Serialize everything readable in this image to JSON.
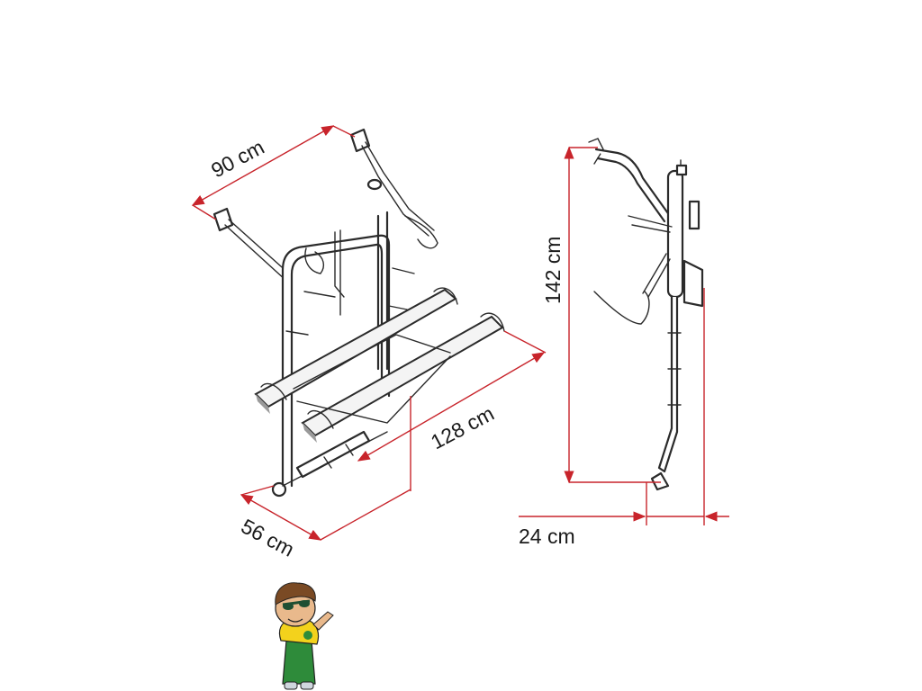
{
  "dimensions": {
    "width_top": "90 cm",
    "depth": "56 cm",
    "length": "128 cm",
    "height": "142 cm",
    "side_depth": "24 cm"
  },
  "colors": {
    "dimension_line": "#c8242b",
    "outline": "#2b2b2b",
    "mascot_shirt": "#f3d21c",
    "mascot_shorts": "#2e8b3a"
  },
  "figures": [
    "rack-perspective-view",
    "rack-side-view",
    "mascot-boy-icon"
  ]
}
